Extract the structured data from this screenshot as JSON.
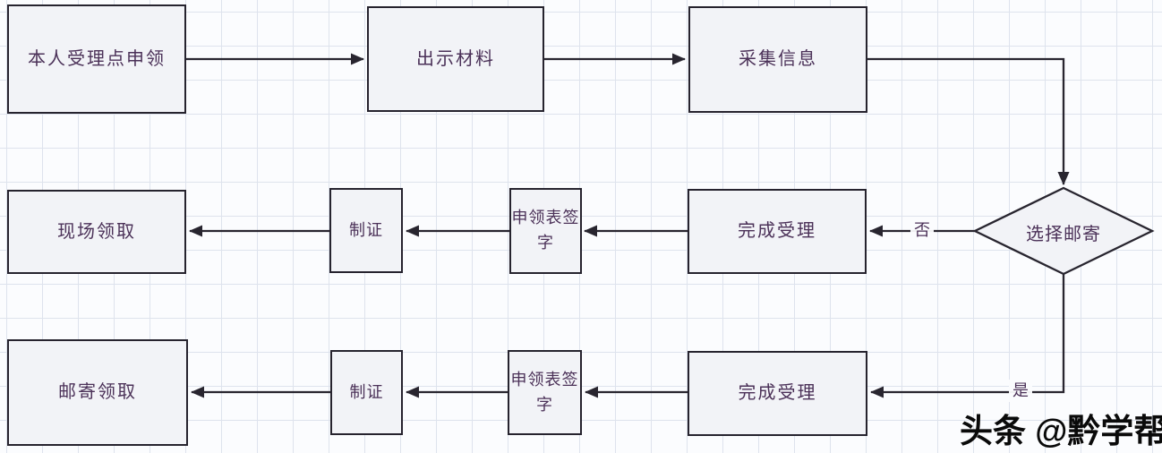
{
  "colors": {
    "background": "#fbfcfe",
    "grid_line": "#dee3ed",
    "node_fill": "#f2f3f7",
    "node_border": "#26232e",
    "arrow": "#28252f",
    "node_text": "#4b3158",
    "watermark_text": "#0a0a0a"
  },
  "flowchart": {
    "nodes": {
      "apply_point": {
        "label": "本人受理点申领"
      },
      "show_materials": {
        "label": "出示材料"
      },
      "collect_info": {
        "label": "采集信息"
      },
      "choose_mail": {
        "label": "选择邮寄"
      },
      "complete_accept_no": {
        "label": "完成受理"
      },
      "sign_form_no": {
        "label": "申领表签字"
      },
      "make_cert_no": {
        "label": "制证"
      },
      "onsite_pickup": {
        "label": "现场领取"
      },
      "complete_accept_yes": {
        "label": "完成受理"
      },
      "sign_form_yes": {
        "label": "申领表签字"
      },
      "make_cert_yes": {
        "label": "制证"
      },
      "mail_pickup": {
        "label": "邮寄领取"
      }
    },
    "edge_labels": {
      "no": "否",
      "yes": "是"
    }
  },
  "watermark": {
    "text": "头条 @黔学帮"
  }
}
